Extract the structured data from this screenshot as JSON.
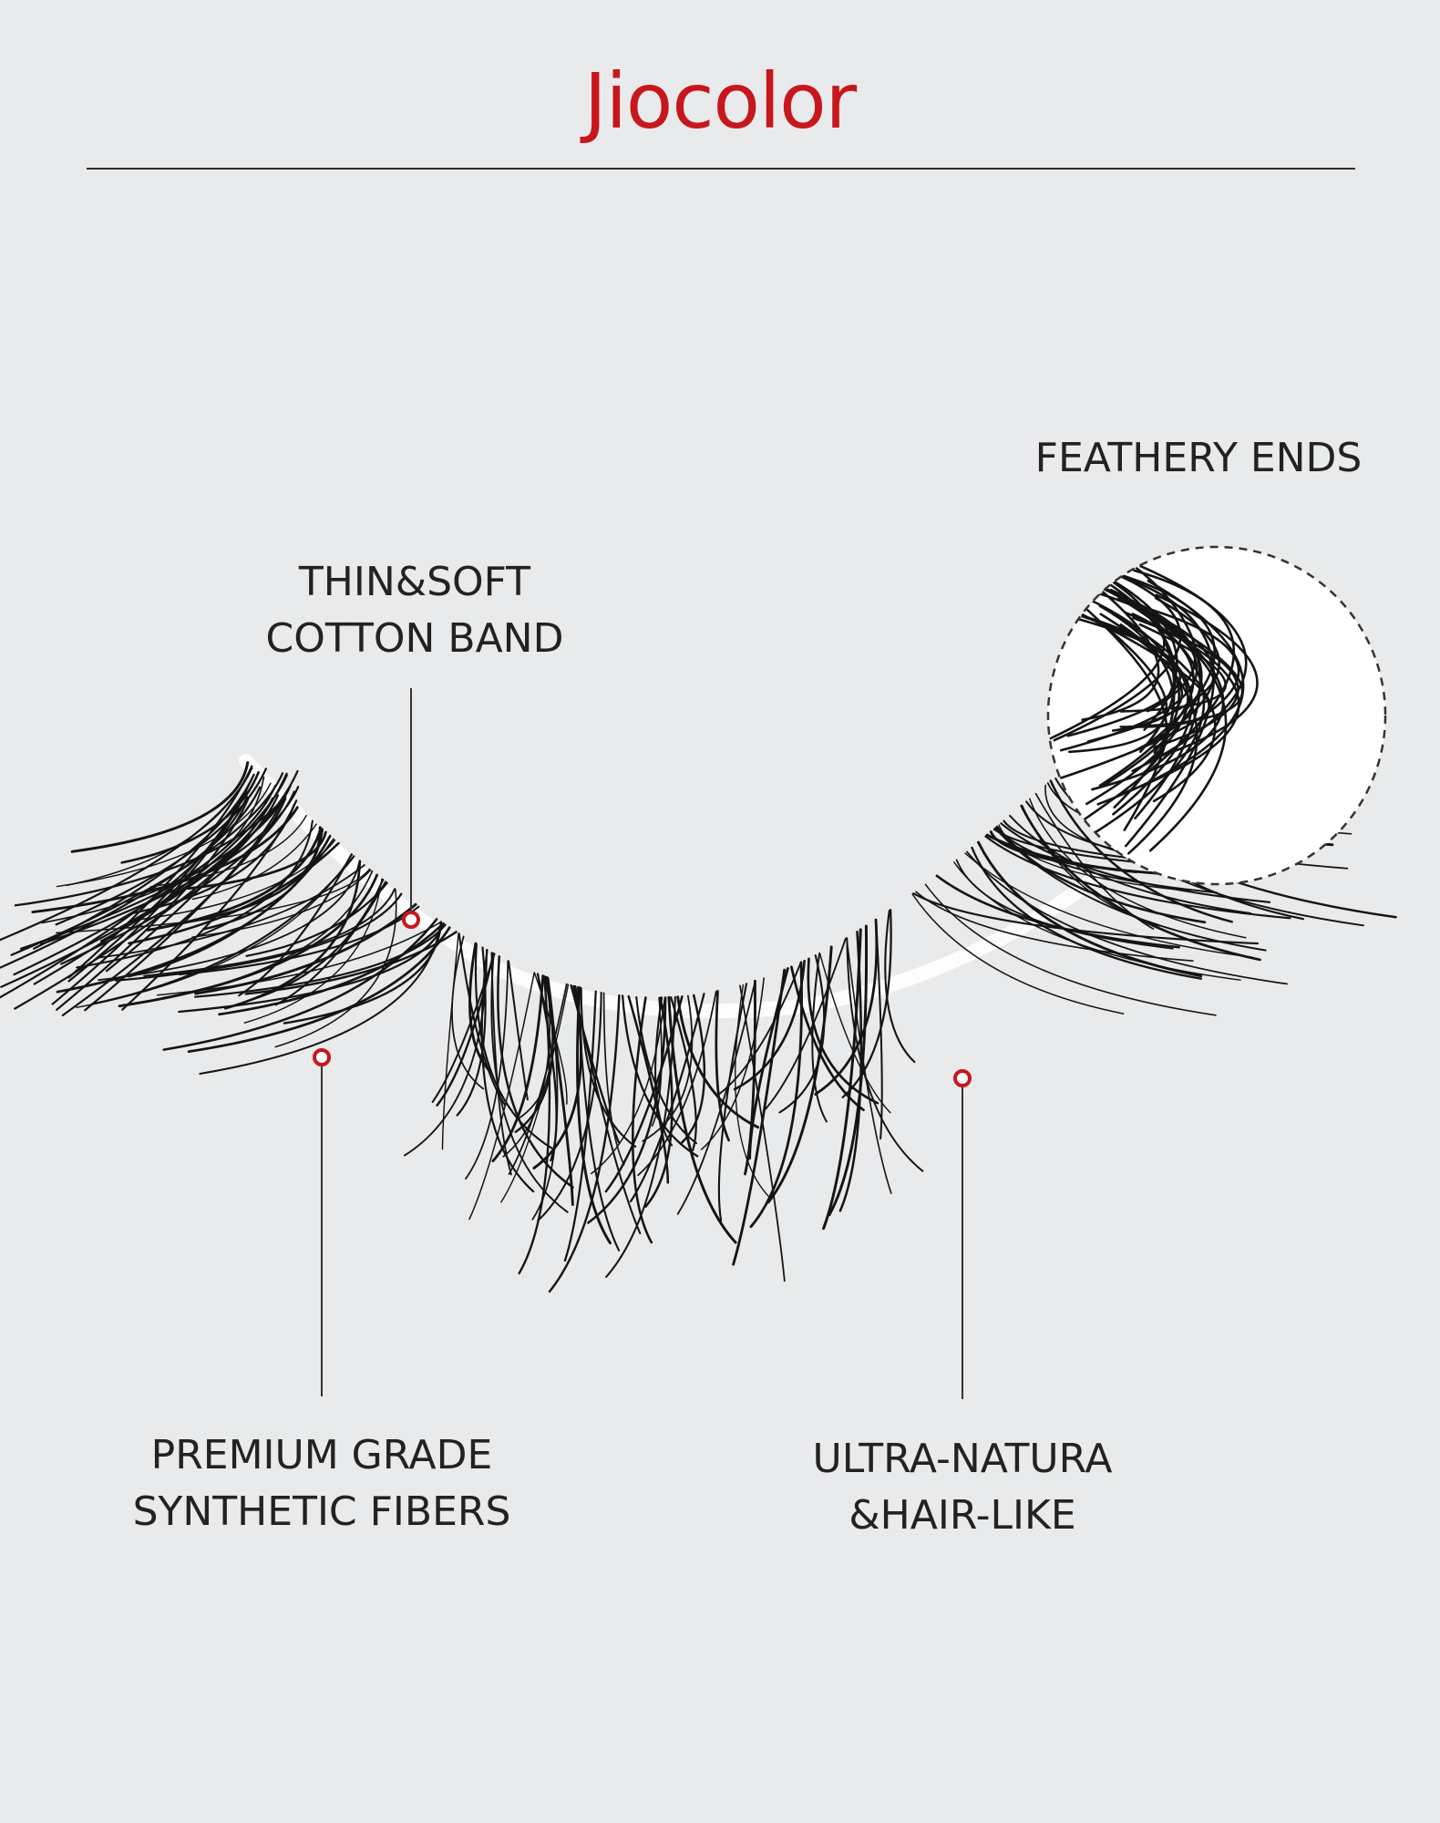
{
  "brand": {
    "name": "Jiocolor",
    "color": "#c8161d"
  },
  "callouts": {
    "band": {
      "lines": [
        "THIN&SOFT",
        "COTTON BAND"
      ]
    },
    "ends": {
      "lines": [
        "FEATHERY ENDS"
      ]
    },
    "fibers": {
      "lines": [
        "PREMIUM GRADE",
        "SYNTHETIC FIBERS"
      ]
    },
    "natural": {
      "lines": [
        "ULTRA-NATURA",
        "&HAIR-LIKE"
      ]
    }
  },
  "icons": {
    "marker": "red-ring-marker-icon",
    "zoom": "magnified-lash-detail-circle"
  }
}
